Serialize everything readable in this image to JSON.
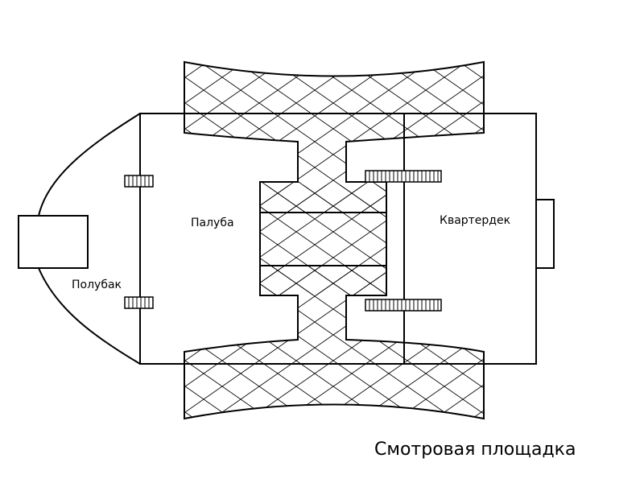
{
  "diagram": {
    "labels": {
      "forecastle": "Полубак",
      "deck": "Палуба",
      "quarterdeck": "Квартердек"
    },
    "caption": "Смотровая площадка"
  }
}
